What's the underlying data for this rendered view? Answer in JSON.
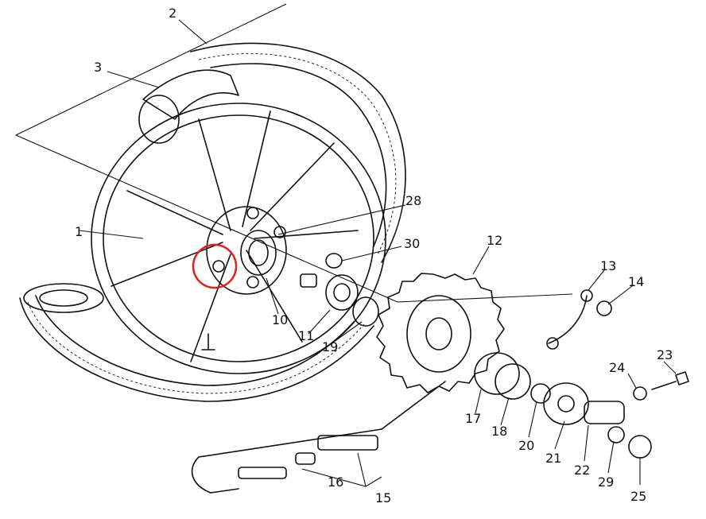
{
  "colors": {
    "ink": "#111111",
    "highlight": "#e0201b",
    "background": "#ffffff"
  },
  "parts": [
    {
      "id": "part-1",
      "label": "1"
    },
    {
      "id": "part-2",
      "label": "2"
    },
    {
      "id": "part-3",
      "label": "3"
    },
    {
      "id": "part-10",
      "label": "10"
    },
    {
      "id": "part-11",
      "label": "11"
    },
    {
      "id": "part-12",
      "label": "12"
    },
    {
      "id": "part-13",
      "label": "13"
    },
    {
      "id": "part-14",
      "label": "14"
    },
    {
      "id": "part-15",
      "label": "15"
    },
    {
      "id": "part-16",
      "label": "16"
    },
    {
      "id": "part-17",
      "label": "17"
    },
    {
      "id": "part-18",
      "label": "18"
    },
    {
      "id": "part-19",
      "label": "19"
    },
    {
      "id": "part-20",
      "label": "20"
    },
    {
      "id": "part-21",
      "label": "21"
    },
    {
      "id": "part-22",
      "label": "22"
    },
    {
      "id": "part-23",
      "label": "23"
    },
    {
      "id": "part-24",
      "label": "24"
    },
    {
      "id": "part-25",
      "label": "25"
    },
    {
      "id": "part-28",
      "label": "28"
    },
    {
      "id": "part-29",
      "label": "29"
    },
    {
      "id": "part-30",
      "label": "30"
    }
  ]
}
